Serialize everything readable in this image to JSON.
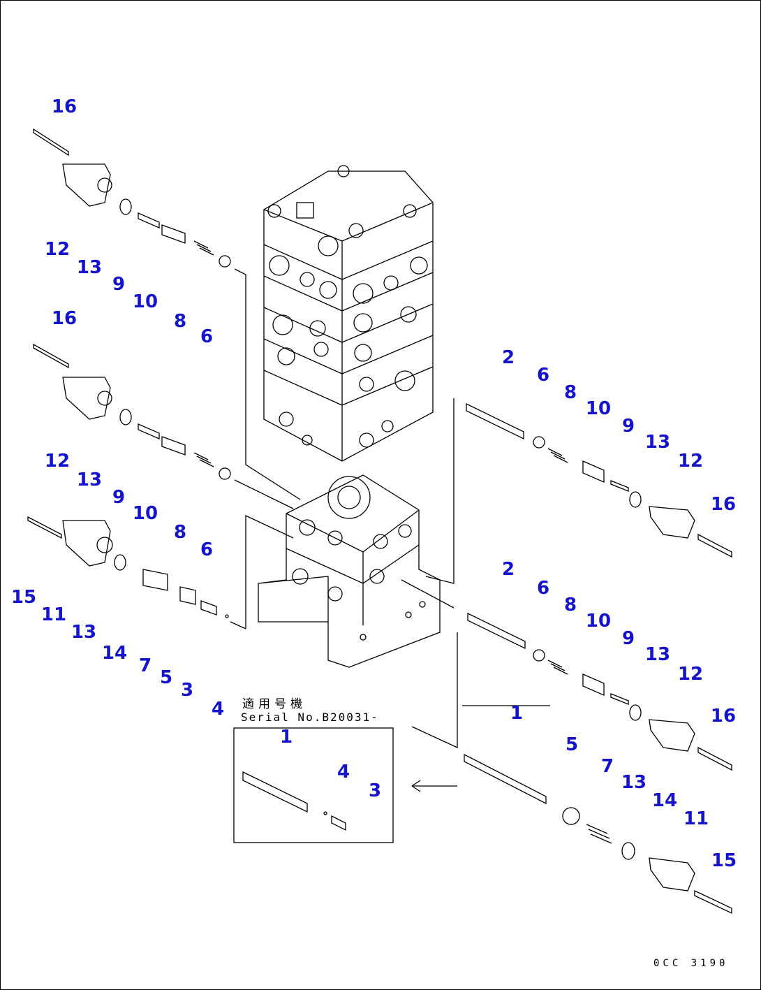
{
  "callout_color": "#1414cc",
  "serial_inset": {
    "title": "適用号機",
    "serial_no": "Serial No.B20031-"
  },
  "drawing_code": "0CC 3190",
  "callouts": [
    {
      "id": "c16-a",
      "label": "16"
    },
    {
      "id": "c12-a",
      "label": "12"
    },
    {
      "id": "c13-a",
      "label": "13"
    },
    {
      "id": "c9-a",
      "label": "9"
    },
    {
      "id": "c10-a",
      "label": "10"
    },
    {
      "id": "c8-a",
      "label": "8"
    },
    {
      "id": "c6-a",
      "label": "6"
    },
    {
      "id": "c16-b",
      "label": "16"
    },
    {
      "id": "c12-b",
      "label": "12"
    },
    {
      "id": "c13-b",
      "label": "13"
    },
    {
      "id": "c9-b",
      "label": "9"
    },
    {
      "id": "c10-b",
      "label": "10"
    },
    {
      "id": "c8-b",
      "label": "8"
    },
    {
      "id": "c6-b",
      "label": "6"
    },
    {
      "id": "c15-a",
      "label": "15"
    },
    {
      "id": "c11-a",
      "label": "11"
    },
    {
      "id": "c13-c",
      "label": "13"
    },
    {
      "id": "c14-a",
      "label": "14"
    },
    {
      "id": "c7-a",
      "label": "7"
    },
    {
      "id": "c5-a",
      "label": "5"
    },
    {
      "id": "c3-a",
      "label": "3"
    },
    {
      "id": "c4-a",
      "label": "4"
    },
    {
      "id": "c2-a",
      "label": "2"
    },
    {
      "id": "c6-c",
      "label": "6"
    },
    {
      "id": "c8-c",
      "label": "8"
    },
    {
      "id": "c10-c",
      "label": "10"
    },
    {
      "id": "c9-c",
      "label": "9"
    },
    {
      "id": "c13-d",
      "label": "13"
    },
    {
      "id": "c12-c",
      "label": "12"
    },
    {
      "id": "c16-c",
      "label": "16"
    },
    {
      "id": "c2-b",
      "label": "2"
    },
    {
      "id": "c6-d",
      "label": "6"
    },
    {
      "id": "c8-d",
      "label": "8"
    },
    {
      "id": "c10-d",
      "label": "10"
    },
    {
      "id": "c9-d",
      "label": "9"
    },
    {
      "id": "c13-e",
      "label": "13"
    },
    {
      "id": "c12-d",
      "label": "12"
    },
    {
      "id": "c16-d",
      "label": "16"
    },
    {
      "id": "c1-a",
      "label": "1"
    },
    {
      "id": "c5-b",
      "label": "5"
    },
    {
      "id": "c7-b",
      "label": "7"
    },
    {
      "id": "c13-f",
      "label": "13"
    },
    {
      "id": "c14-b",
      "label": "14"
    },
    {
      "id": "c11-b",
      "label": "11"
    },
    {
      "id": "c15-b",
      "label": "15"
    },
    {
      "id": "c1-b",
      "label": "1"
    },
    {
      "id": "c4-b",
      "label": "4"
    },
    {
      "id": "c3-b",
      "label": "3"
    }
  ]
}
